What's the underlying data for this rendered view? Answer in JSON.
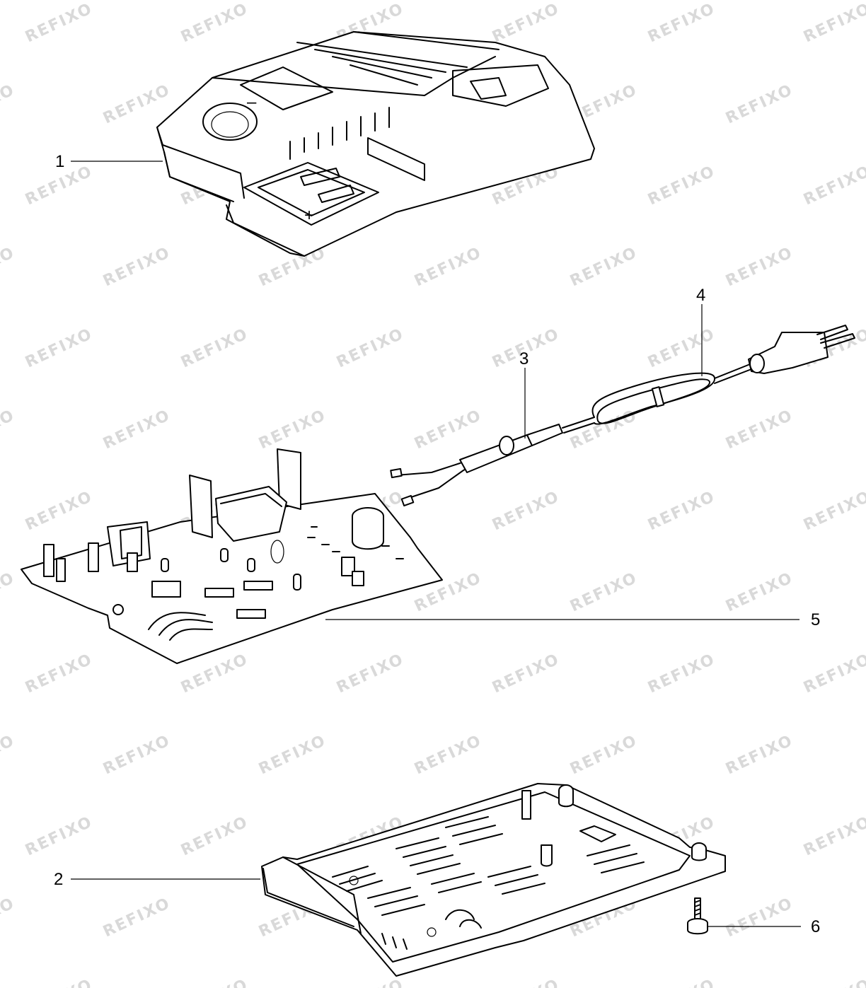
{
  "watermark": "REFIXO",
  "callouts": [
    {
      "id": "1",
      "text": "1"
    },
    {
      "id": "2",
      "text": "2"
    },
    {
      "id": "3",
      "text": "3"
    },
    {
      "id": "4",
      "text": "4"
    },
    {
      "id": "5",
      "text": "5"
    },
    {
      "id": "6",
      "text": "6"
    }
  ],
  "charger_marks": {
    "minus": "–",
    "plus": "+"
  }
}
